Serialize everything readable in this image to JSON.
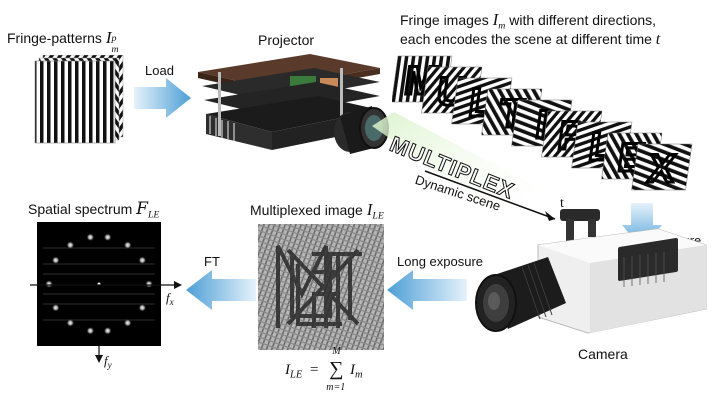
{
  "labels": {
    "fringe_patterns": "Fringe-patterns",
    "fringe_patterns_symbol": "I",
    "fringe_patterns_sub": "m",
    "fringe_patterns_sup": "p",
    "load": "Load",
    "projector": "Projector",
    "fringe_images_line1_prefix": "Fringe images",
    "fringe_images_symbol": "I",
    "fringe_images_sub": "m",
    "fringe_images_line1_suffix": "with different directions,",
    "fringe_images_line2_prefix": "each encodes the scene at different time",
    "fringe_images_time_symbol": "t",
    "dynamic_scene": "Dynamic scene",
    "scene_word": "MULTIPLEX",
    "time_axis": "t",
    "capture": "Capture",
    "camera": "Camera",
    "long_exposure": "Long exposure",
    "multiplexed_prefix": "Multiplexed image",
    "multiplexed_symbol": "I",
    "multiplexed_sub": "LE",
    "ft": "FT",
    "spectrum_prefix": "Spatial spectrum",
    "spectrum_symbol": "F",
    "spectrum_sub": "LE",
    "fx_symbol": "f",
    "fx_sub": "x",
    "fy_symbol": "f",
    "fy_sub": "y",
    "equation_lhs": "I",
    "equation_lhs_sub": "LE",
    "equation_eq": "=",
    "equation_sum_upper": "M",
    "equation_sum_lower": "m=1",
    "equation_sum_sign": "∑",
    "equation_rhs": "I",
    "equation_rhs_sub": "m"
  },
  "projected_letters": [
    "M",
    "U",
    "L",
    "T",
    "I",
    "P",
    "L",
    "E",
    "X"
  ],
  "colors": {
    "arrow_light": "#d6ebf8",
    "arrow_dark": "#5aa6d8",
    "spectrum_bg": "#000000",
    "fringe_black": "#111111"
  },
  "icons": {
    "projector": "projector-device-icon",
    "camera": "high-speed-camera-icon"
  }
}
